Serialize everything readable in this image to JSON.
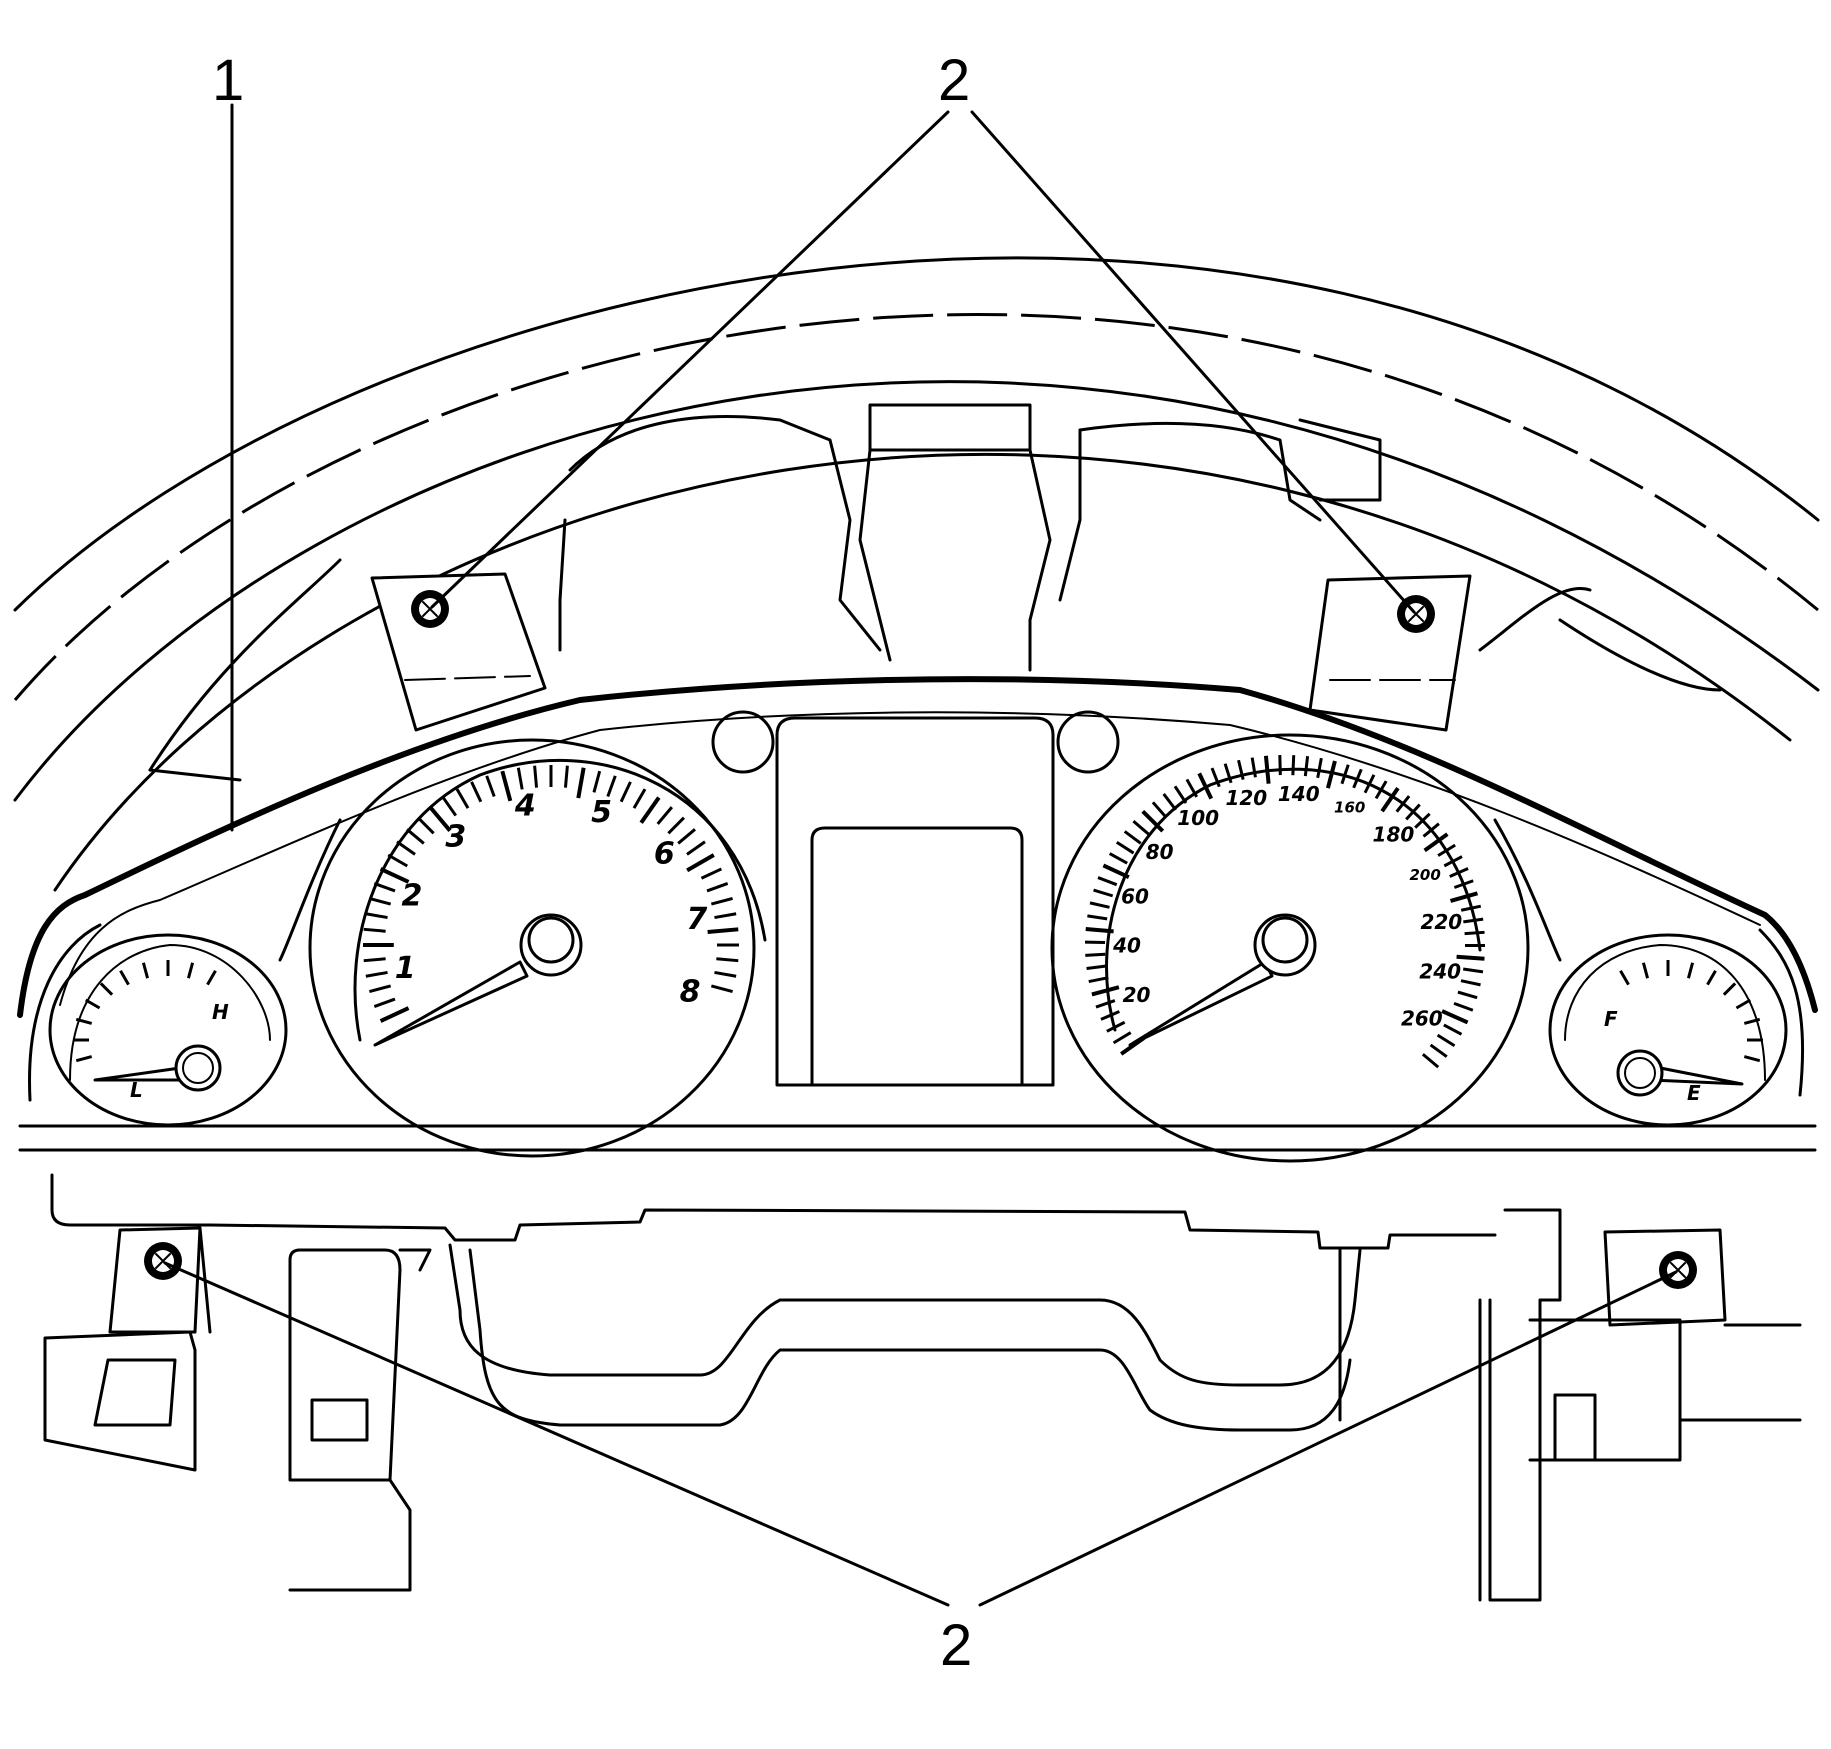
{
  "callouts": {
    "cluster": "1",
    "screws_top": "2",
    "screws_bottom": "2"
  },
  "tachometer": {
    "numbers": [
      "1",
      "2",
      "3",
      "4",
      "5",
      "6",
      "7",
      "8"
    ]
  },
  "speedometer": {
    "numbers": [
      "20",
      "40",
      "60",
      "80",
      "100",
      "120",
      "140",
      "160",
      "180",
      "200",
      "220",
      "240",
      "260"
    ]
  },
  "temp_gauge": {
    "high": "H",
    "low": "L"
  },
  "fuel_gauge": {
    "full": "F",
    "empty": "E"
  }
}
